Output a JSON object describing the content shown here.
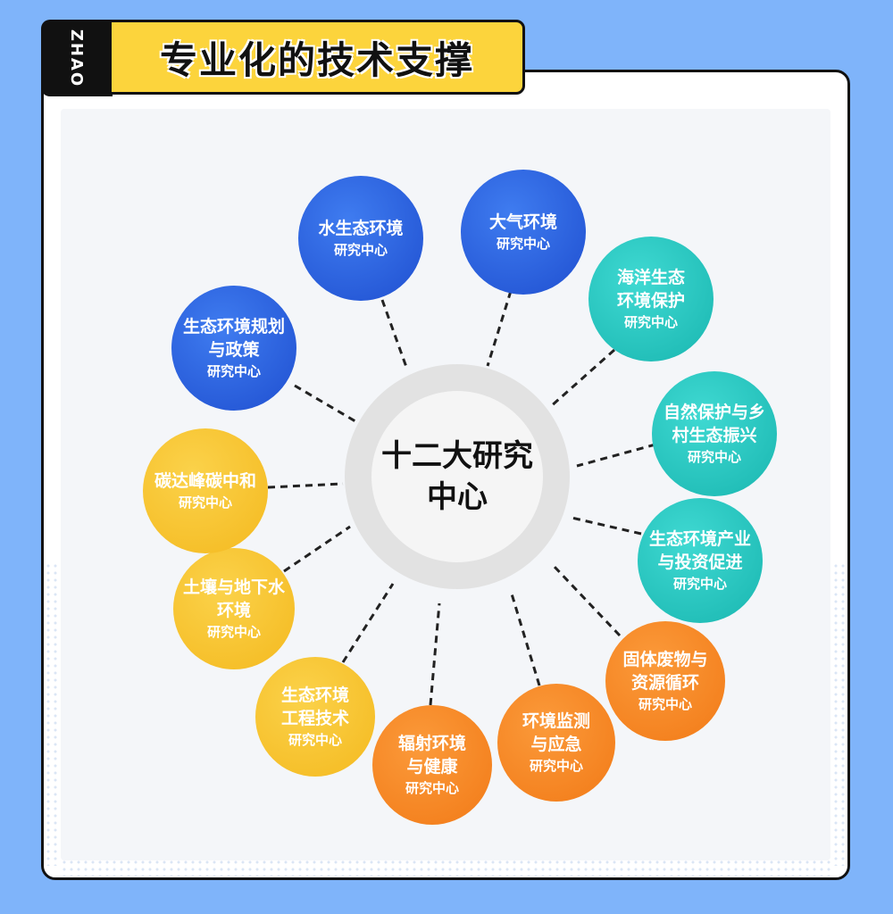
{
  "header": {
    "tab_label": "ZHAO",
    "title": "专业化的技术支撑"
  },
  "hub": {
    "label": "十二大研究中心"
  },
  "nodes": [
    {
      "title": "水生态环境",
      "sub": "研究中心",
      "color": "blue"
    },
    {
      "title": "大气环境",
      "sub": "研究中心",
      "color": "blue"
    },
    {
      "title": "海洋生态\n环境保护",
      "sub": "研究中心",
      "color": "teal"
    },
    {
      "title": "自然保护与乡\n村生态振兴",
      "sub": "研究中心",
      "color": "teal"
    },
    {
      "title": "生态环境产业\n与投资促进",
      "sub": "研究中心",
      "color": "teal"
    },
    {
      "title": "固体废物与\n资源循环",
      "sub": "研究中心",
      "color": "orange"
    },
    {
      "title": "环境监测\n与应急",
      "sub": "研究中心",
      "color": "orange"
    },
    {
      "title": "辐射环境\n与健康",
      "sub": "研究中心",
      "color": "orange"
    },
    {
      "title": "生态环境\n工程技术",
      "sub": "研究中心",
      "color": "yellow"
    },
    {
      "title": "土壤与地下水\n环境",
      "sub": "研究中心",
      "color": "yellow"
    },
    {
      "title": "碳达峰碳中和",
      "sub": "研究中心",
      "color": "yellow"
    },
    {
      "title": "生态环境规划\n与政策",
      "sub": "研究中心",
      "color": "blue"
    }
  ]
}
